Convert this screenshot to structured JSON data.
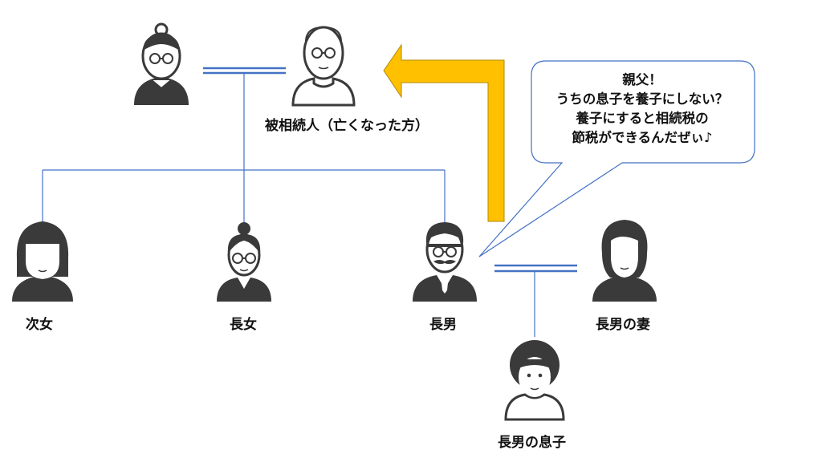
{
  "people": {
    "grandmother": {
      "label": ""
    },
    "deceased": {
      "label": "被相続人（亡くなった方）"
    },
    "second_daughter": {
      "label": "次女"
    },
    "eldest_daughter": {
      "label": "長女"
    },
    "eldest_son": {
      "label": "長男"
    },
    "son_wife": {
      "label": "長男の妻"
    },
    "grandson": {
      "label": "長男の息子"
    }
  },
  "speech_bubble": {
    "lines": [
      "親父！",
      "うちの息子を養子にしない？",
      "養子にすると相続税の",
      "節税ができるんだぜぃ♪"
    ]
  },
  "colors": {
    "icon": "#3a3a3a",
    "line": "#4472c4",
    "arrow": "#ffc000",
    "arrow_border": "#b08a00",
    "bubble_border": "#4472c4"
  }
}
